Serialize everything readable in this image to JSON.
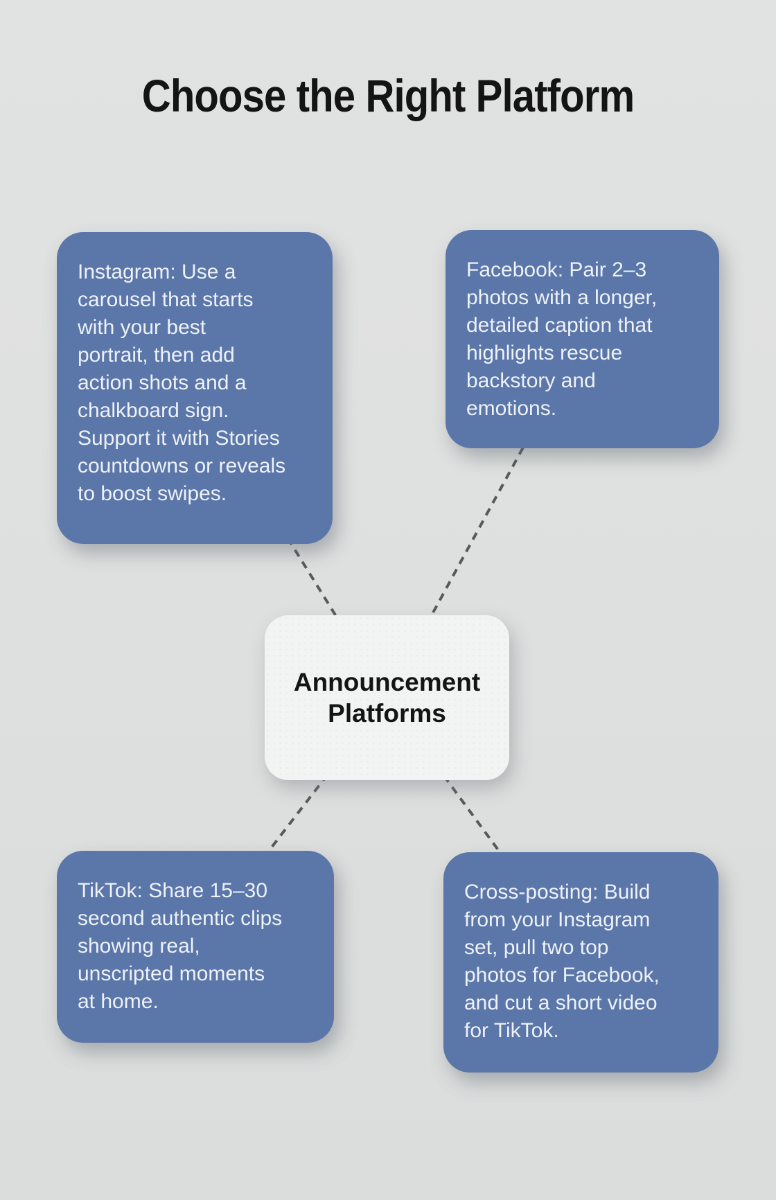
{
  "title": "Choose the Right Platform",
  "center_node": {
    "label": "Announcement Platforms"
  },
  "nodes": {
    "instagram": {
      "text": "Instagram: Use a\ncarousel that starts\nwith your best\nportrait, then add\naction shots and a\nchalkboard sign.\nSupport it with Stories\ncountdowns or reveals\nto boost swipes."
    },
    "facebook": {
      "text": "Facebook: Pair 2–3\nphotos with a longer,\ndetailed caption that\nhighlights rescue\nbackstory and\nemotions."
    },
    "tiktok": {
      "text": "TikTok: Share 15–30\nsecond authentic clips\nshowing real,\nunscripted moments\nat home."
    },
    "crossposting": {
      "text": "Cross-posting: Build\nfrom your Instagram\nset, pull two top\nphotos for Facebook,\nand cut a short video\nfor TikTok."
    }
  },
  "colors": {
    "background": "#dedfdf",
    "background_top": "#e1e3e2",
    "background_bottom": "#dadddc",
    "node_fill": "#5b76a9",
    "node_text": "#eef2f7",
    "center_fill": "#f2f4f3",
    "center_text": "#141414",
    "connector": "#58595a",
    "title_text": "#141414"
  }
}
